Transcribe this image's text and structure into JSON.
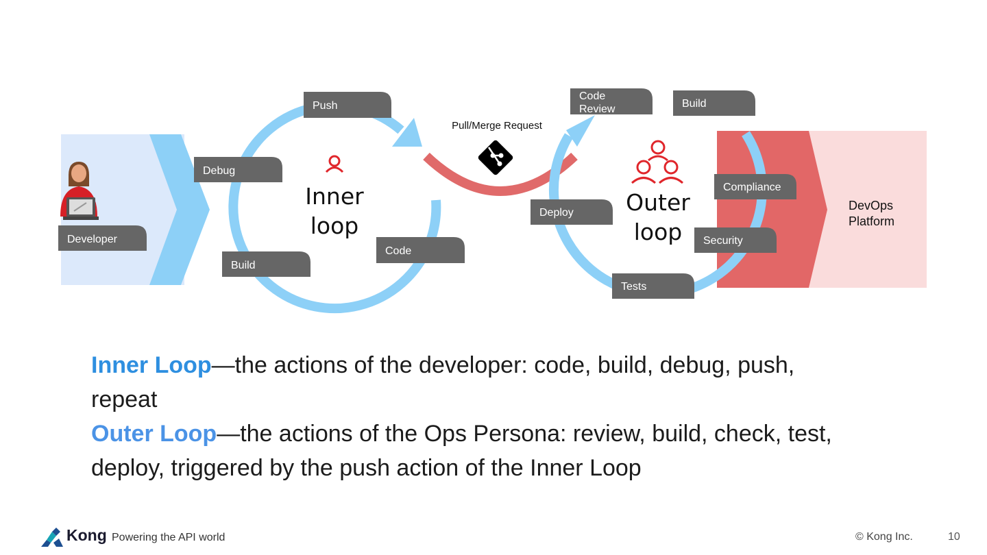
{
  "diagram": {
    "developer_label": "Developer",
    "inner_title_line1": "Inner",
    "inner_title_line2": "loop",
    "outer_title_line1": "Outer",
    "outer_title_line2": "loop",
    "inner_steps": {
      "push": "Push",
      "debug": "Debug",
      "build": "Build",
      "code": "Code"
    },
    "pull_request_label": "Pull/Merge Request",
    "outer_steps": {
      "code_review_line1": "Code",
      "code_review_line2": "Review",
      "build": "Build",
      "compliance": "Compliance",
      "security": "Security",
      "tests": "Tests",
      "deploy": "Deploy"
    },
    "platform_line1": "DevOps",
    "platform_line2": "Platform"
  },
  "description": {
    "inner_term": "Inner Loop",
    "inner_text": "—the actions of the developer: code, build, debug, push, repeat",
    "outer_term": "Outer Loop",
    "outer_text": "—the actions of the Ops Persona: review, build, check, test, deploy, triggered by the push action of the Inner Loop"
  },
  "footer": {
    "brand": "Kong",
    "tagline": "Powering the API world",
    "copyright": "© Kong Inc.",
    "page_number": "10"
  },
  "colors": {
    "loop_blue": "#8dd0f7",
    "label_gray": "#666666",
    "pr_red": "#e06a6a",
    "dev_bg": "#dce9fb",
    "platform_bg": "#fadcdc",
    "persona_red": "#e0262b",
    "inner_term": "#2e8fe0",
    "outer_term": "#4b93e6"
  }
}
